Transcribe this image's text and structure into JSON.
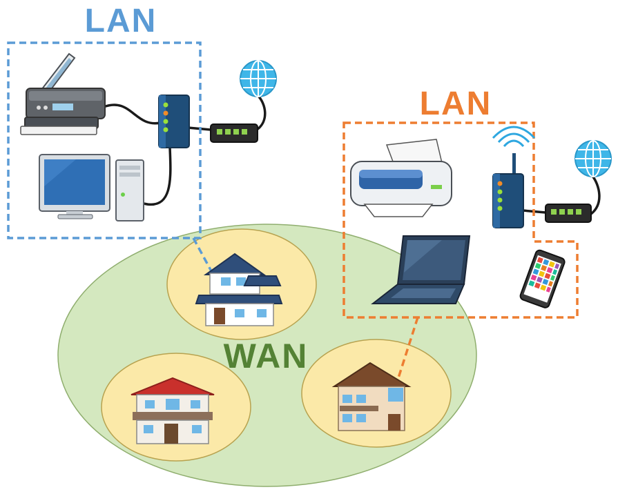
{
  "colors": {
    "lan_left": "#5b9bd5",
    "lan_right": "#ed7d31",
    "wan": "#548235",
    "wan_area": "#d4e8bf",
    "house_circle": "#fbe9a8",
    "cable": "#1a1a1a",
    "globe": "#3fb6e8"
  },
  "labels": {
    "lan_left": "LAN",
    "lan_right": "LAN",
    "wan": "WAN"
  },
  "icons": {
    "lan_left": [
      "scanner-printer-icon",
      "wired-router-icon",
      "desktop-computer-icon",
      "modem-icon",
      "internet-globe-icon"
    ],
    "lan_right": [
      "inkjet-printer-icon",
      "wireless-router-icon",
      "laptop-icon",
      "smartphone-icon",
      "modem-icon",
      "internet-globe-icon"
    ],
    "wan": [
      "house-icon",
      "house-icon",
      "house-icon"
    ]
  }
}
